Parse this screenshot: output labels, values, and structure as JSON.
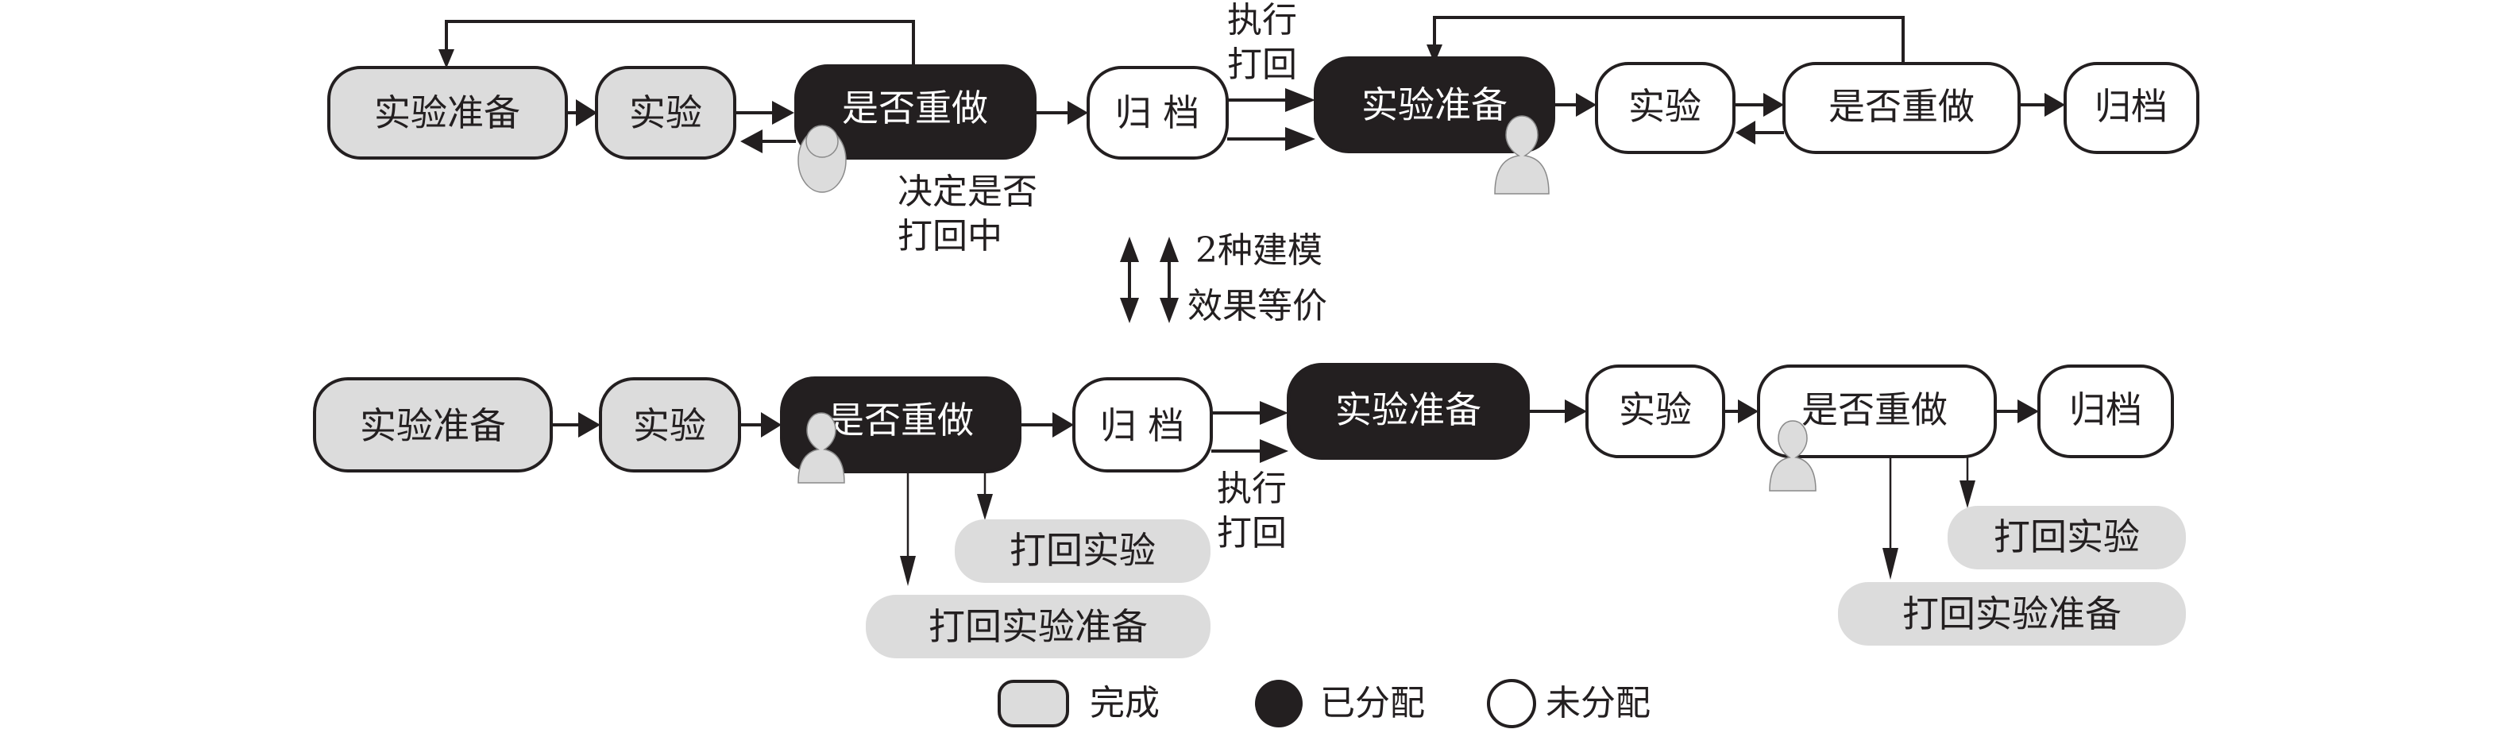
{
  "colors": {
    "done": "#dcdcdc",
    "assigned": "#231f20",
    "unassigned": "#ffffff",
    "stroke": "#231f20",
    "option": "#dcdcdc"
  },
  "top_flow": {
    "nodes": [
      {
        "label": "实验准备",
        "state": "done"
      },
      {
        "label": "实验",
        "state": "done"
      },
      {
        "label": "是否重做",
        "state": "assigned",
        "has_person": true
      },
      {
        "label": "归 档",
        "state": "unassigned"
      },
      {
        "label": "实验准备",
        "state": "assigned",
        "has_person": true
      },
      {
        "label": "实验",
        "state": "unassigned"
      },
      {
        "label": "是否重做",
        "state": "unassigned"
      },
      {
        "label": "归档",
        "state": "unassigned"
      }
    ],
    "decision_note": [
      "决定是否",
      "打回中"
    ],
    "execute_return_label": [
      "执行",
      "打回"
    ]
  },
  "equivalence": {
    "icon": "double-vertical-arrows",
    "text": [
      "2种建模",
      "效果等价"
    ]
  },
  "bottom_flow": {
    "nodes": [
      {
        "label": "实验准备",
        "state": "done"
      },
      {
        "label": "实验",
        "state": "done"
      },
      {
        "label": "是否重做",
        "state": "assigned",
        "has_person": true
      },
      {
        "label": "归 档",
        "state": "unassigned"
      },
      {
        "label": "实验准备",
        "state": "assigned"
      },
      {
        "label": "实验",
        "state": "unassigned"
      },
      {
        "label": "是否重做",
        "state": "unassigned",
        "has_person": true
      },
      {
        "label": "归档",
        "state": "unassigned"
      }
    ],
    "execute_return_label": [
      "执行",
      "打回"
    ],
    "left_options": [
      "打回实验",
      "打回实验准备"
    ],
    "right_options": [
      "打回实验",
      "打回实验准备"
    ]
  },
  "legend": [
    {
      "label": "完成",
      "state": "done"
    },
    {
      "label": "已分配",
      "state": "assigned"
    },
    {
      "label": "未分配",
      "state": "unassigned"
    }
  ]
}
